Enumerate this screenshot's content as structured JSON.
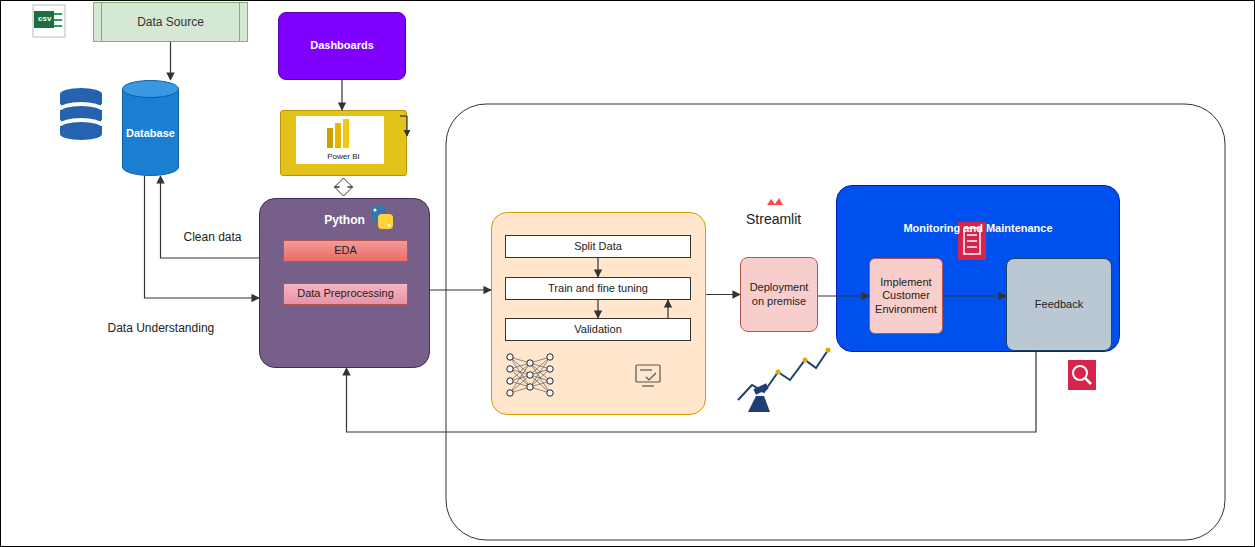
{
  "diagram": {
    "nodes": [
      {
        "text": [
          "Data Source"
        ]
      },
      {
        "text": [
          "Dashboards"
        ]
      },
      {
        "text": [
          "Database"
        ]
      },
      {
        "text": [
          "Power BI"
        ]
      },
      {
        "text": [
          "Python"
        ]
      },
      {
        "text": [
          "EDA"
        ],
        "in": 4
      },
      {
        "text": [
          "Data Preprocessing"
        ],
        "in": 4
      },
      {
        "text": []
      },
      {
        "text": [
          "Split Data"
        ],
        "in": 7
      },
      {
        "text": [
          "Train and fine tuning"
        ],
        "in": 7
      },
      {
        "text": [
          "Validation"
        ],
        "in": 7
      },
      {
        "text": [
          "Deployment on premise"
        ]
      },
      {
        "text": [
          "Monitoring and Maintenance"
        ]
      },
      {
        "text": [
          "Implement Customer Environment"
        ],
        "in": 12
      },
      {
        "text": [
          "Feedback"
        ],
        "in": 12
      }
    ],
    "edges": [
      {
        "from": 0,
        "to": 2,
        "arrow": "to"
      },
      {
        "from": 1,
        "to": 3,
        "arrow": "to"
      },
      {
        "from": 3,
        "to": 4,
        "arrow": "both"
      },
      {
        "from": 4,
        "to": 2,
        "arrow": "to",
        "label": "Clean data"
      },
      {
        "from": 2,
        "to": 4,
        "arrow": "to",
        "label": "Data Understanding"
      },
      {
        "from": 4,
        "to": 7,
        "arrow": "to"
      },
      {
        "from": 8,
        "to": 9,
        "arrow": "to"
      },
      {
        "from": 9,
        "to": 10,
        "arrow": "to"
      },
      {
        "from": 10,
        "to": 9,
        "arrow": "to"
      },
      {
        "from": 7,
        "to": 11,
        "arrow": "to"
      },
      {
        "from": 11,
        "to": 13,
        "arrow": "to"
      },
      {
        "from": 13,
        "to": 14,
        "arrow": "to"
      },
      {
        "from": 14,
        "to": 4,
        "arrow": "to"
      }
    ],
    "labels": [
      "csv",
      "Streamlit"
    ]
  }
}
